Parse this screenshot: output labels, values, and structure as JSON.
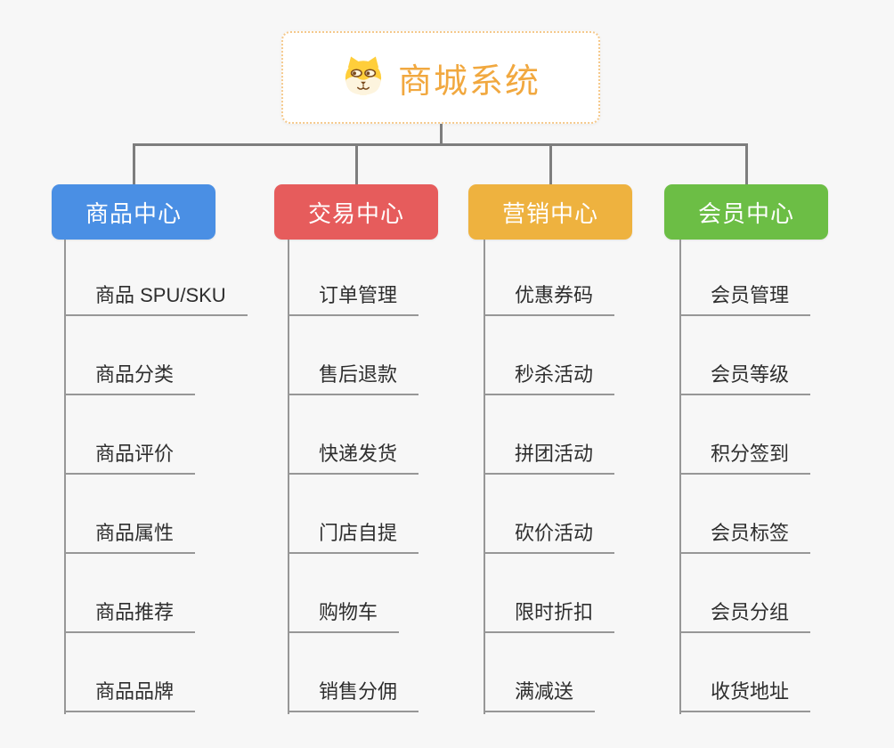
{
  "canvas": {
    "background": "#f7f7f7",
    "connector_color": "#7e7e7e",
    "rail_color": "#979797"
  },
  "root": {
    "label": "商城系统",
    "icon": "dog-face-icon",
    "text_color": "#f1a83f",
    "border_color": "#f5c98c"
  },
  "branches": [
    {
      "label": "商品中心",
      "color": "#4a8fe4",
      "items": [
        "商品 SPU/SKU",
        "商品分类",
        "商品评价",
        "商品属性",
        "商品推荐",
        "商品品牌"
      ]
    },
    {
      "label": "交易中心",
      "color": "#e65c5c",
      "items": [
        "订单管理",
        "售后退款",
        "快递发货",
        "门店自提",
        "购物车",
        "销售分佣"
      ]
    },
    {
      "label": "营销中心",
      "color": "#eeb23f",
      "items": [
        "优惠券码",
        "秒杀活动",
        "拼团活动",
        "砍价活动",
        "限时折扣",
        "满减送"
      ]
    },
    {
      "label": "会员中心",
      "color": "#6cbe45",
      "items": [
        "会员管理",
        "会员等级",
        "积分签到",
        "会员标签",
        "会员分组",
        "收货地址"
      ]
    }
  ]
}
